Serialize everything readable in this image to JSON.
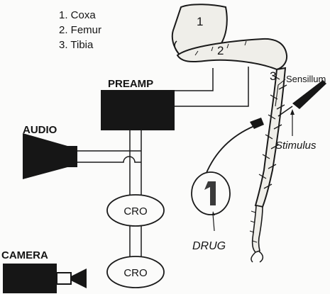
{
  "legend": {
    "items": [
      "1. Coxa",
      "2. Femur",
      "3. Tibia"
    ]
  },
  "leg": {
    "segment_numbers": [
      "1",
      "2",
      "3"
    ]
  },
  "labels": {
    "preamp": "PREAMP",
    "audio": "AUDIO",
    "camera": "CAMERA",
    "cro_top": "CRO",
    "cro_bottom": "CRO",
    "sensillum": "Sensillum",
    "stimulus": "Stimulus",
    "drug": "DRUG"
  }
}
